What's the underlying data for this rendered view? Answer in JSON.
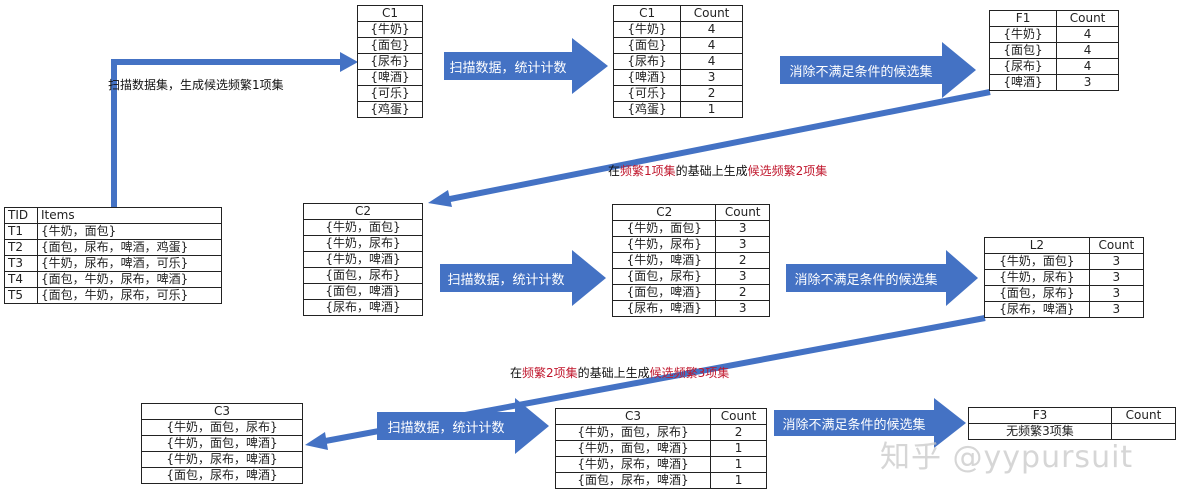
{
  "colors": {
    "arrow_fill": "#4472c4",
    "arrow_text": "#ffffff",
    "highlight_red": "#c0162c",
    "table_border": "#222222"
  },
  "transactions": {
    "headers": [
      "TID",
      "Items"
    ],
    "rows": [
      [
        "T1",
        "{牛奶，面包}"
      ],
      [
        "T2",
        "{面包，尿布，啤酒，鸡蛋}"
      ],
      [
        "T3",
        "{牛奶，尿布，啤酒，可乐}"
      ],
      [
        "T4",
        "{面包，牛奶，尿布，啤酒}"
      ],
      [
        "T5",
        "{面包，牛奶，尿布，可乐}"
      ]
    ]
  },
  "captions": {
    "step1": "扫描数据集，生成候选频繁1项集",
    "step2": {
      "prefix": "在",
      "red1": "频繁1项集",
      "mid": "的基础上生成",
      "red2": "候选频繁2项集"
    },
    "step3": {
      "prefix": "在",
      "red1": "频繁2项集",
      "mid": "的基础上生成",
      "red2": "候选频繁3项集"
    }
  },
  "arrows": {
    "scan": "扫描数据，统计计数",
    "prune": "消除不满足条件的候选集"
  },
  "c1": {
    "header": "C1",
    "rows": [
      "{牛奶}",
      "{面包}",
      "{尿布}",
      "{啤酒}",
      "{可乐}",
      "{鸡蛋}"
    ]
  },
  "c1_count": {
    "headers": [
      "C1",
      "Count"
    ],
    "rows": [
      [
        "{牛奶}",
        "4"
      ],
      [
        "{面包}",
        "4"
      ],
      [
        "{尿布}",
        "4"
      ],
      [
        "{啤酒}",
        "3"
      ],
      [
        "{可乐}",
        "2"
      ],
      [
        "{鸡蛋}",
        "1"
      ]
    ]
  },
  "f1": {
    "headers": [
      "F1",
      "Count"
    ],
    "rows": [
      [
        "{牛奶}",
        "4"
      ],
      [
        "{面包}",
        "4"
      ],
      [
        "{尿布}",
        "4"
      ],
      [
        "{啤酒}",
        "3"
      ]
    ]
  },
  "c2": {
    "header": "C2",
    "rows": [
      "{牛奶，面包}",
      "{牛奶，尿布}",
      "{牛奶，啤酒}",
      "{面包，尿布}",
      "{面包，啤酒}",
      "{尿布，啤酒}"
    ]
  },
  "c2_count": {
    "headers": [
      "C2",
      "Count"
    ],
    "rows": [
      [
        "{牛奶，面包}",
        "3"
      ],
      [
        "{牛奶，尿布}",
        "3"
      ],
      [
        "{牛奶，啤酒}",
        "2"
      ],
      [
        "{面包，尿布}",
        "3"
      ],
      [
        "{面包，啤酒}",
        "2"
      ],
      [
        "{尿布，啤酒}",
        "3"
      ]
    ]
  },
  "l2": {
    "headers": [
      "L2",
      "Count"
    ],
    "rows": [
      [
        "{牛奶，面包}",
        "3"
      ],
      [
        "{牛奶，尿布}",
        "3"
      ],
      [
        "{面包，尿布}",
        "3"
      ],
      [
        "{尿布，啤酒}",
        "3"
      ]
    ]
  },
  "c3": {
    "header": "C3",
    "rows": [
      "{牛奶，面包，尿布}",
      "{牛奶，面包，啤酒}",
      "{牛奶，尿布，啤酒}",
      "{面包，尿布，啤酒}"
    ]
  },
  "c3_count": {
    "headers": [
      "C3",
      "Count"
    ],
    "rows": [
      [
        "{牛奶，面包，尿布}",
        "2"
      ],
      [
        "{牛奶，面包，啤酒}",
        "1"
      ],
      [
        "{牛奶，尿布，啤酒}",
        "1"
      ],
      [
        "{面包，尿布，啤酒}",
        "1"
      ]
    ]
  },
  "f3": {
    "headers": [
      "F3",
      "Count"
    ],
    "rows": [
      [
        "无频繁3项集",
        ""
      ]
    ]
  },
  "watermark": "知乎 @yypursuit"
}
